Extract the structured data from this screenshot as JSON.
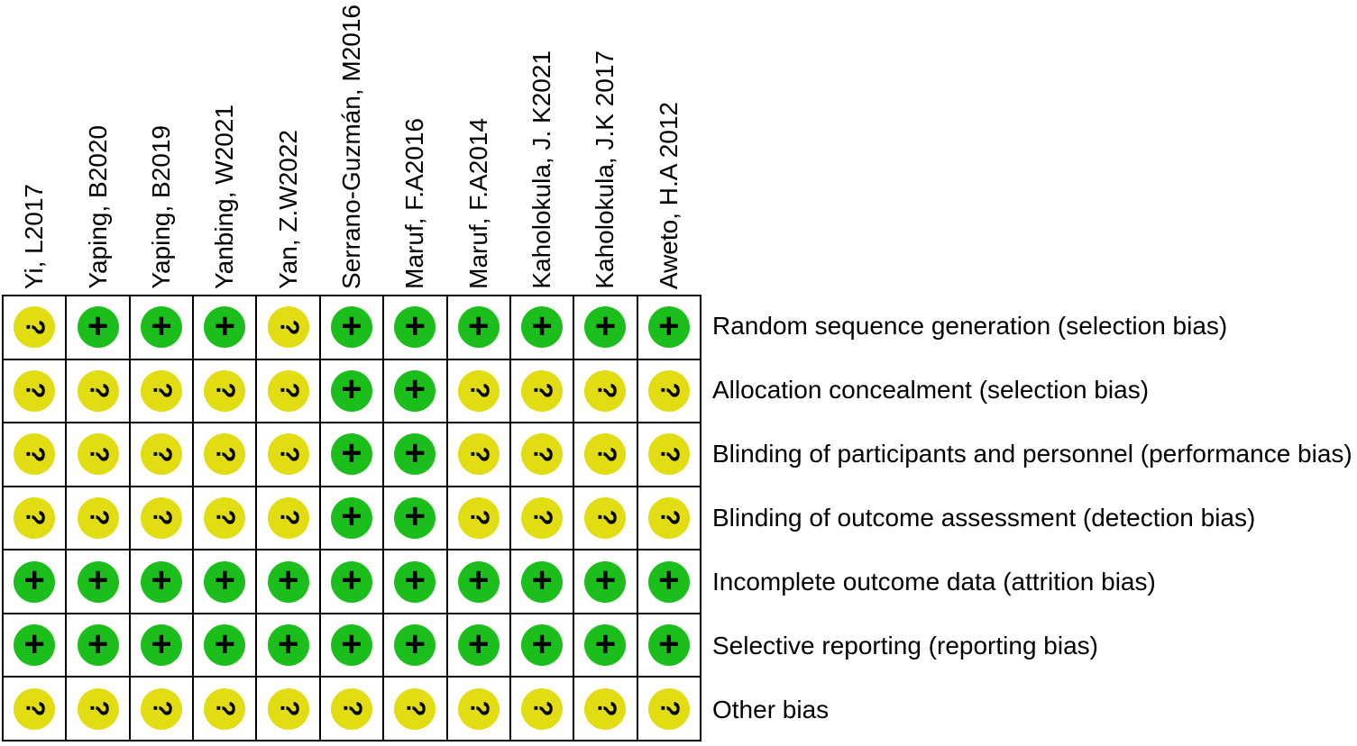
{
  "chart_data": {
    "type": "heatmap",
    "figure_kind": "risk-of-bias-summary",
    "columns": [
      "Yi, L2017",
      "Yaping, B2020",
      "Yaping, B2019",
      "Yanbing, W2021",
      "Yan, Z.W2022",
      "Serrano-Guzmán, M2016",
      "Maruf, F.A2016",
      "Maruf, F.A2014",
      "Kaholokula, J. K2021",
      "Kaholokula, J.K 2017",
      "Aweto, H.A 2012"
    ],
    "rows": [
      "Random sequence generation (selection bias)",
      "Allocation concealment (selection bias)",
      "Blinding of participants and personnel (performance bias)",
      "Blinding of outcome assessment (detection bias)",
      "Incomplete outcome data (attrition bias)",
      "Selective reporting (reporting bias)",
      "Other bias"
    ],
    "values": [
      [
        "unclear",
        "low",
        "low",
        "low",
        "unclear",
        "low",
        "low",
        "low",
        "low",
        "low",
        "low"
      ],
      [
        "unclear",
        "unclear",
        "unclear",
        "unclear",
        "unclear",
        "low",
        "low",
        "unclear",
        "unclear",
        "unclear",
        "unclear"
      ],
      [
        "unclear",
        "unclear",
        "unclear",
        "unclear",
        "unclear",
        "low",
        "low",
        "unclear",
        "unclear",
        "unclear",
        "unclear"
      ],
      [
        "unclear",
        "unclear",
        "unclear",
        "unclear",
        "unclear",
        "low",
        "low",
        "unclear",
        "unclear",
        "unclear",
        "unclear"
      ],
      [
        "low",
        "low",
        "low",
        "low",
        "low",
        "low",
        "low",
        "low",
        "low",
        "low",
        "low"
      ],
      [
        "low",
        "low",
        "low",
        "low",
        "low",
        "low",
        "low",
        "low",
        "low",
        "low",
        "low"
      ],
      [
        "unclear",
        "unclear",
        "unclear",
        "unclear",
        "unclear",
        "unclear",
        "unclear",
        "unclear",
        "unclear",
        "unclear",
        "unclear"
      ]
    ],
    "legend": {
      "low": {
        "symbol": "+",
        "color": "#1cbe1c"
      },
      "unclear": {
        "symbol": "?",
        "color": "#e2dc12"
      }
    },
    "layout": {
      "grid_border_color": "#000000",
      "text_color": "#000000",
      "background": "#ffffff",
      "column_headers_rotated": true,
      "row_labels_position": "right"
    }
  }
}
